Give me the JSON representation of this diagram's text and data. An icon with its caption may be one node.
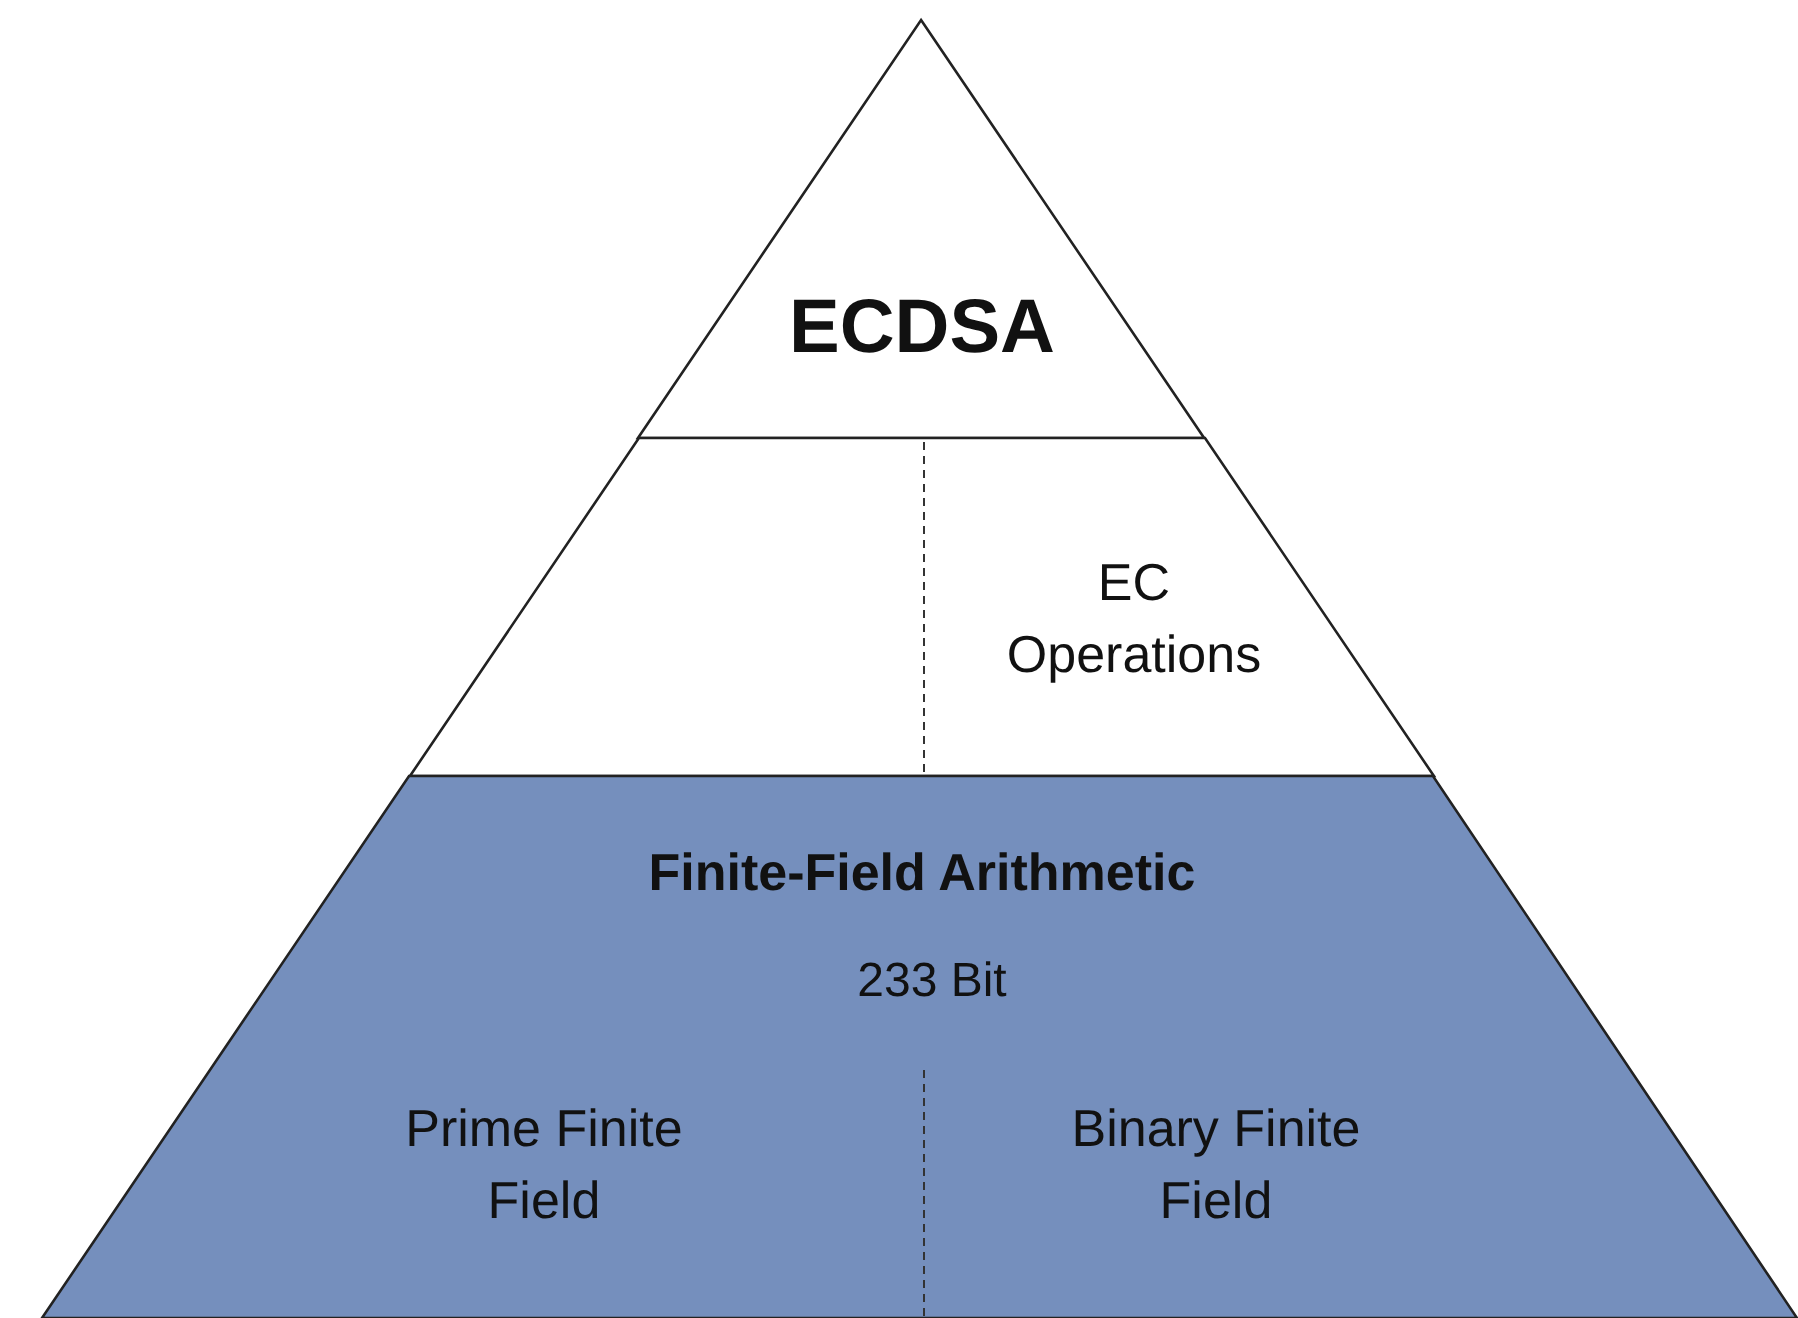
{
  "diagram": {
    "nodes": [
      {
        "text": [
          "ECDSA"
        ]
      },
      {
        "text": [
          "EC Operations"
        ]
      },
      {
        "text": [
          "Finite-Field Arithmetic",
          "233 Bit",
          "Prime Finite Field",
          "Binary Finite Field"
        ]
      }
    ]
  }
}
